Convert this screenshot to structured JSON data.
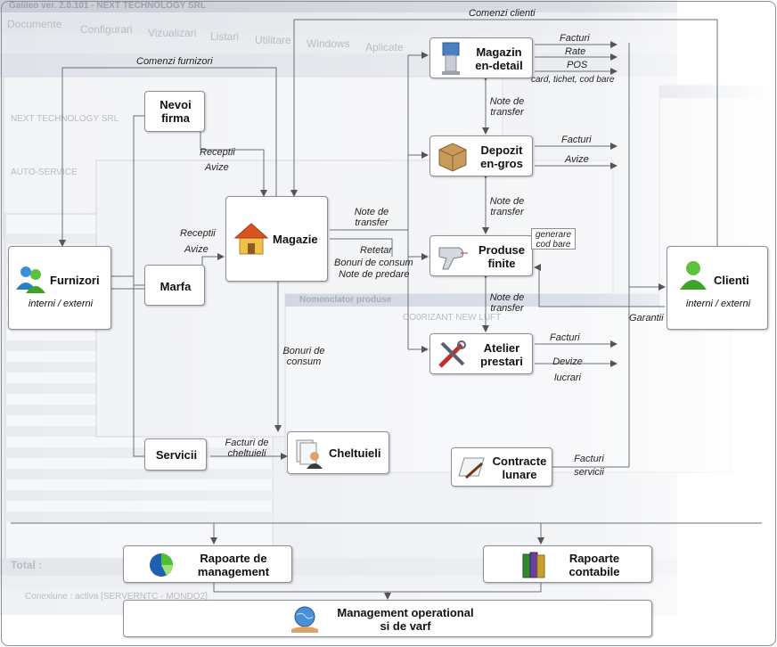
{
  "background": {
    "title": "Galileo  ver. 2.0.101  -  NEXT TECHNOLOGY SRL",
    "menu": [
      "Documente",
      "Configurari",
      "Vizualizari",
      "Listari",
      "Utilitare",
      "Windows",
      "Aplicate"
    ],
    "company": "NEXT TECHNOLOGY SRL",
    "profit_center": "AUTO-SERVICE",
    "nomenclator": "Nomenclator produse",
    "product_name": "CO0RIZANT NEW LUFT",
    "total_label": "Total :",
    "status": "Conexiune : activa [SERVERNTC - MONDO2]"
  },
  "nodes": {
    "furnizori": {
      "title": "Furnizori",
      "subtitle": "interni / externi"
    },
    "nevoi_firma": {
      "title": "Nevoi\nfirma"
    },
    "marfa": {
      "title": "Marfa"
    },
    "servicii": {
      "title": "Servicii"
    },
    "magazie": {
      "title": "Magazie"
    },
    "cheltuieli": {
      "title": "Cheltuieli"
    },
    "magazin": {
      "title": "Magazin\nen-detail"
    },
    "depozit": {
      "title": "Depozit\nen-gros"
    },
    "produse": {
      "title": "Produse\nfinite"
    },
    "atelier": {
      "title": "Atelier\nprestari"
    },
    "contracte": {
      "title": "Contracte\nlunare"
    },
    "clienti": {
      "title": "Clienti",
      "subtitle": "interni / externi"
    },
    "rap_mgmt": {
      "title": "Rapoarte de\nmanagement"
    },
    "rap_cont": {
      "title": "Rapoarte\ncontabile"
    },
    "mgmt_op": {
      "title": "Management operational\nsi de varf"
    }
  },
  "labels": {
    "comenzi_clienti": "Comenzi clienti",
    "comenzi_furnizori": "Comenzi furnizori",
    "receptii_1": "Receptii",
    "avize_1": "Avize",
    "receptii_2": "Receptii",
    "avize_2": "Avize",
    "note_transfer_mag": "Note de\ntransfer",
    "note_transfer_dep": "Note de\ntransfer",
    "note_transfer_prod": "Note de\ntransfer",
    "note_transfer_left": "Note de\ntransfer",
    "retetar": "Retetar",
    "bonuri_consum": "Bonuri de consum",
    "note_predare": "Note de predare",
    "bonuri_consum_2": "Bonuri de\nconsum",
    "facturi_cheltuieli": "Facturi de\ncheltuieli",
    "facturi_1": "Facturi",
    "rate": "Rate",
    "pos": "POS",
    "card_tichet": "card, tichet, cod bare",
    "facturi_2": "Facturi",
    "avize_3": "Avize",
    "generare_cod_bare": "generare\ncod bare",
    "facturi_3": "Facturi",
    "devize_lucrari": "Devize\nlucrari",
    "facturi_servicii": "Facturi\nservicii",
    "garantii": "Garantii"
  }
}
